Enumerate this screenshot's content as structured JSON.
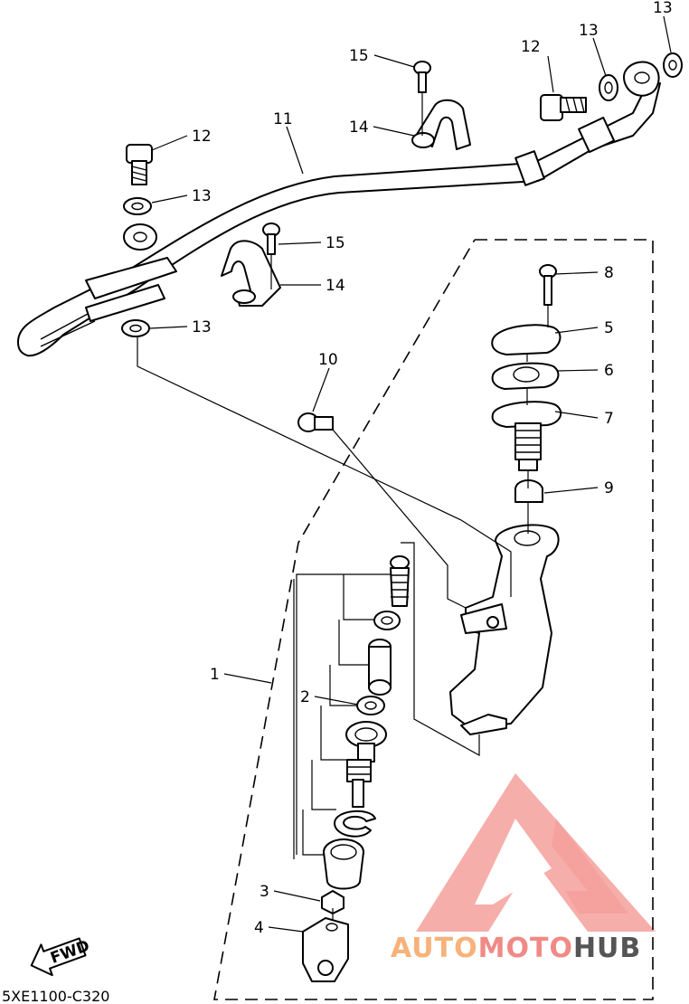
{
  "diagram_code": "5XE1100-C320",
  "fwd_label": "FWD",
  "callouts": {
    "c1": "1",
    "c2": "2",
    "c3": "3",
    "c4": "4",
    "c5": "5",
    "c6": "6",
    "c7": "7",
    "c8": "8",
    "c9": "9",
    "c10": "10",
    "c11": "11",
    "c12a": "12",
    "c12b": "12",
    "c13a": "13",
    "c13b": "13",
    "c13c": "13",
    "c13d": "13",
    "c14a": "14",
    "c14b": "14",
    "c15a": "15",
    "c15b": "15"
  },
  "watermark": {
    "part1": "AUTO",
    "part2": "MOTO",
    "part3": "HUB",
    "color_auto": "#f7b27a",
    "color_moto": "#f08a86",
    "color_hub": "#555555"
  }
}
